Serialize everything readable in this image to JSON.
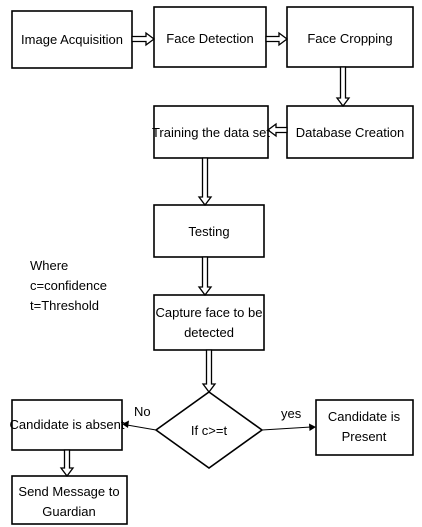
{
  "nodes": {
    "image_acquisition": "Image Acquisition",
    "face_detection": "Face Detection",
    "face_cropping": "Face Cropping",
    "database_creation": "Database Creation",
    "training": "Training the data set",
    "testing": "Testing",
    "capture_line1": "Capture face to be",
    "capture_line2": "detected",
    "decision": "If c>=t",
    "absent": "Candidate is absent",
    "present_line1": "Candidate is",
    "present_line2": "Present",
    "send_line1": "Send Message to",
    "send_line2": "Guardian"
  },
  "edges": {
    "no": "No",
    "yes": "yes"
  },
  "legend": {
    "line1": "Where",
    "line2": "c=confidence",
    "line3": "t=Threshold"
  }
}
